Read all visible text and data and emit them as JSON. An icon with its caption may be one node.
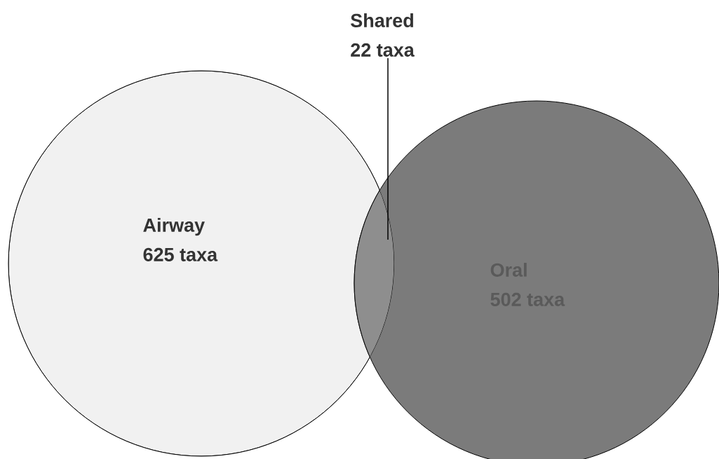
{
  "diagram": {
    "nodes": [
      {
        "text": [
          "Airway",
          "625 taxa"
        ]
      },
      {
        "text": [
          "Oral",
          "502 taxa"
        ]
      },
      {
        "text": [
          "Shared",
          "22 taxa"
        ]
      },
      {
        "text": [],
        "shape": "lens"
      }
    ],
    "edges": [
      {
        "from": 2,
        "to": 3,
        "arrow": "none"
      }
    ]
  }
}
